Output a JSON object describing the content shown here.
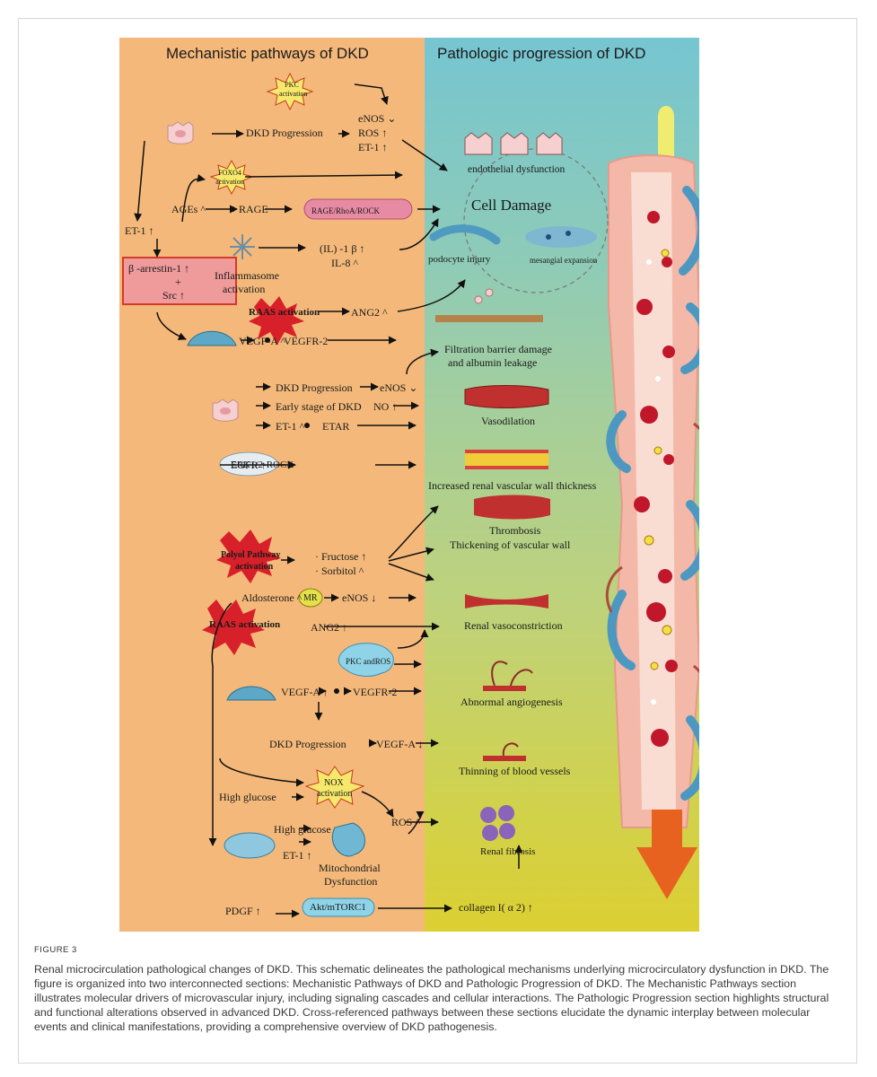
{
  "figure": {
    "left_title": "Mechanistic pathways of DKD",
    "right_title": "Pathologic progression of DKD",
    "colors": {
      "left_bg": "#f4b97a",
      "right_top": "#76c5d1",
      "right_bottom": "#dccf32",
      "arrow_head": "#e8621f",
      "vessel": "#f3b8a8"
    },
    "left": {
      "pkc_activation": "PKC activation",
      "dkd_progression_1": "DKD Progression",
      "enos_1": "eNOS ⌄",
      "ros_1": "ROS ↑",
      "et1_1": "ET-1 ↑",
      "foxo4": "FOXO4 activation",
      "ages": "AGEs ^",
      "rage": "RAGE",
      "rage_rhoa_rock": "RAGE/RhoA/ROCK",
      "et1_2": "ET-1 ↑",
      "barrestin_line1": "β -arrestin-1 ↑",
      "barrestin_line2": "+",
      "barrestin_line3": "Src ↑",
      "il1b": "(IL) -1 β ↑",
      "il8": "IL-8 ^",
      "inflammasome_line1": "Inflammasome",
      "inflammasome_line2": "activation",
      "raas_1": "RAAS activation",
      "ang2_1": "ANG2 ^",
      "vegfa_1": "VEGF-A ^",
      "vegfr2_1": "VEGFR-2",
      "dkd_progression_2": "DKD Progression",
      "enos_2": "eNOS ⌄",
      "early_stage": "Early stage of DKD",
      "no": "NO ↑",
      "et1_3": "ET-1 ^",
      "etar": "ETAR",
      "egfr": "EGFR ↑",
      "erk_rock": "ERK1/2-ROCK",
      "polyol_line1": "Polyol Pathway",
      "polyol_line2": "activation",
      "fructose": "· Fructose ↑",
      "sorbitol": "· Sorbitol ^",
      "aldosterone": "Aldosterone ^",
      "mr": "MR",
      "enos_3": "eNOS ↓",
      "raas_2": "RAAS activation",
      "ang2_2": "ANG2 ↑",
      "pkc_ros": "PKC andROS",
      "vegfa_2": "VEGF-A ↑",
      "vegfr2_2": "VEGFR-2",
      "dkd_progression_3": "DKD Progression",
      "vegfa_3": "VEGF-A ↓",
      "nox_line1": "NOX",
      "nox_line2": "activation",
      "high_glucose_1": "High glucose",
      "ros_2": "ROS ^",
      "high_glucose_2": "High glucose",
      "et1_4": "ET-1 ↑",
      "mito_line1": "Mitochondrial",
      "mito_line2": "Dysfunction",
      "pdgf": "PDGF ↑",
      "akt_mtorc1": "Akt/mTORC1"
    },
    "right": {
      "endothelial": "endothelial dysfunction",
      "cell_damage": "Cell Damage",
      "podocyte": "podocyte injury",
      "mesangial": "mesangial expansion",
      "filtration_line1": "Filtration barrier damage",
      "filtration_line2": "and albumin leakage",
      "vasodilation": "Vasodilation",
      "wall_thickness": "Increased renal vascular wall thickness",
      "thrombosis": "Thrombosis",
      "thickening": "Thickening of vascular wall",
      "vasoconstriction": "Renal vasoconstriction",
      "angiogenesis": "Abnormal angiogenesis",
      "thinning": "Thinning of blood vessels",
      "fibrosis": "Renal fibrosis",
      "collagen": "collagen I( α 2) ↑"
    }
  },
  "caption": {
    "label": "FIGURE 3",
    "text": "Renal microcirculation pathological changes of DKD. This schematic delineates the pathological mechanisms underlying microcirculatory dysfunction in DKD. The figure is organized into two interconnected sections: Mechanistic Pathways of DKD and Pathologic Progression of DKD. The Mechanistic Pathways section illustrates molecular drivers of microvascular injury, including signaling cascades and cellular interactions. The Pathologic Progression section highlights structural and functional alterations observed in advanced DKD. Cross-referenced pathways between these sections elucidate the dynamic interplay between molecular events and clinical manifestations, providing a comprehensive overview of DKD pathogenesis."
  }
}
